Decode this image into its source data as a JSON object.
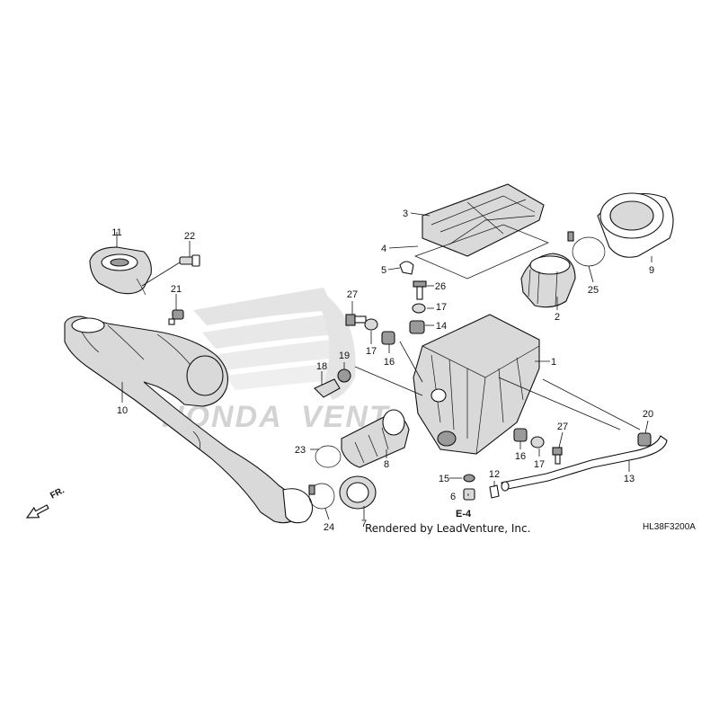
{
  "watermark": {
    "brand": "HONDA",
    "vendor": "VENT"
  },
  "credit": "Rendered by LeadVenture, Inc.",
  "diagram_code": "HL38F3200A",
  "section_ref": "E-4",
  "direction_label": "FR.",
  "callouts": [
    "1",
    "2",
    "3",
    "4",
    "5",
    "6",
    "7",
    "8",
    "9",
    "10",
    "11",
    "12",
    "13",
    "14",
    "15",
    "16",
    "16",
    "17",
    "17",
    "17",
    "18",
    "19",
    "20",
    "21",
    "22",
    "23",
    "24",
    "25",
    "26",
    "27",
    "27"
  ]
}
